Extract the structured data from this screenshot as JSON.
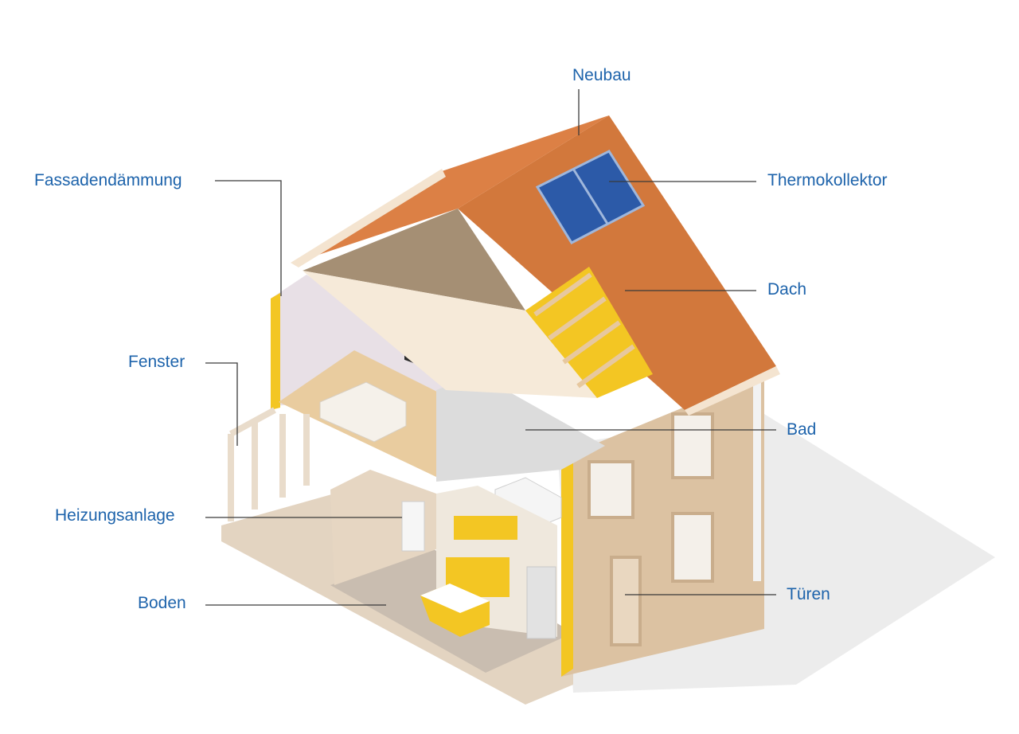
{
  "diagram": {
    "colors": {
      "label_text": "#1d63ab",
      "leader_line": "#3a3a3a",
      "roof": "#d2783c",
      "roof_edge": "#e8a070",
      "wall": "#dcc2a2",
      "insulation": "#f3c623",
      "solar_panel": "#2c5aa8",
      "floor": "#c8bdb0",
      "interior": "#ede6dc",
      "shadow": "#e9e9e9"
    },
    "labels": {
      "neubau": "Neubau",
      "thermokollektor": "Thermokollektor",
      "fassadendaemmung": "Fassadendämmung",
      "dach": "Dach",
      "fenster": "Fenster",
      "bad": "Bad",
      "heizungsanlage": "Heizungsanlage",
      "boden": "Boden",
      "tueren": "Türen"
    }
  }
}
